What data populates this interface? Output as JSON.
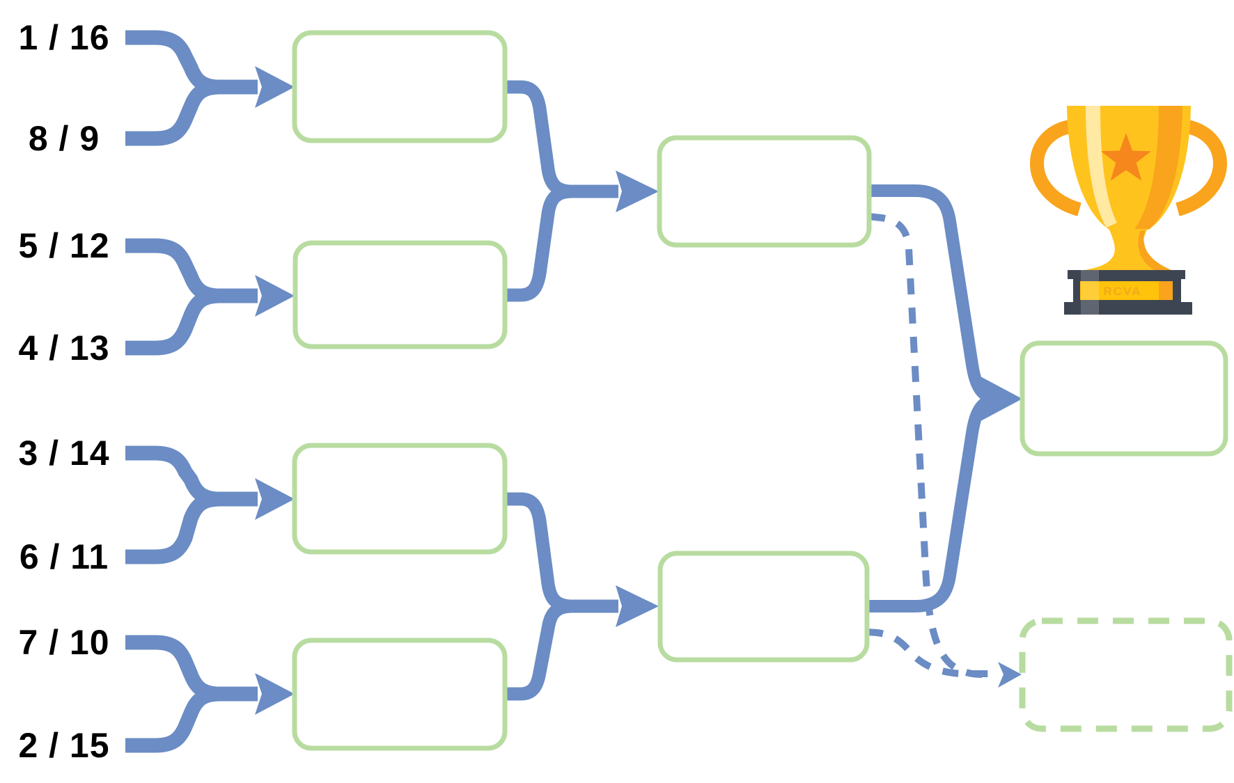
{
  "seeds": [
    "1 / 16",
    "8 / 9",
    "5 / 12",
    "4 / 13",
    "3 / 14",
    "6 / 11",
    "7 / 10",
    "2 / 15"
  ],
  "boxes": {
    "quarterfinal_1": "",
    "quarterfinal_2": "",
    "quarterfinal_3": "",
    "quarterfinal_4": "",
    "semifinal_1": "",
    "semifinal_2": "",
    "final": "",
    "third_place": ""
  },
  "trophy": {
    "icon": "trophy-icon",
    "plate_text": "RCVA"
  },
  "colors": {
    "connector-blue": "#6B8CC4",
    "box-green": "#B8DCA0",
    "label-color": "#000000",
    "trophy-gold": "#FFC31E",
    "trophy-amber": "#F9A41C",
    "trophy-orange": "#F5871D",
    "trophy-base": "#3E4552",
    "trophy-plaque": "#FFC30B"
  }
}
